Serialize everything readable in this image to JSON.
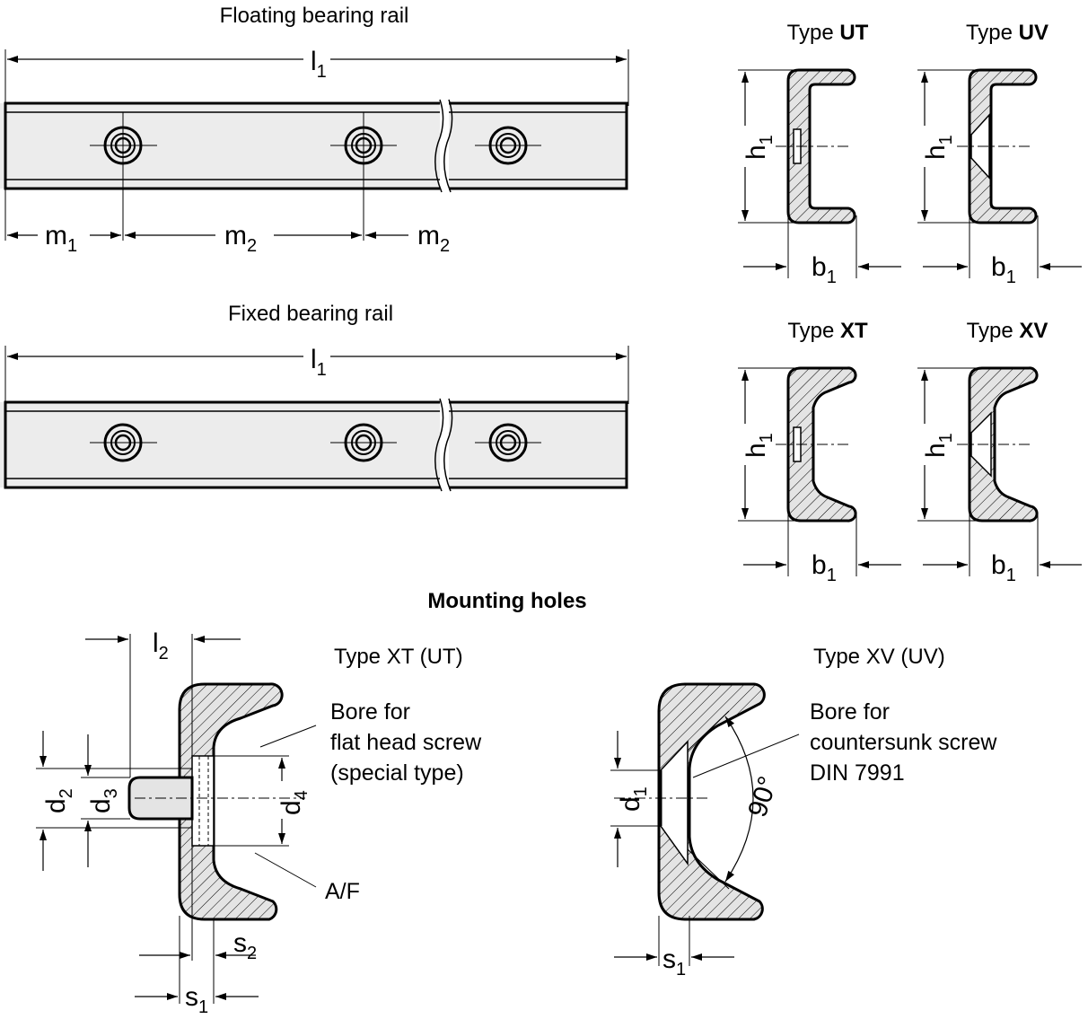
{
  "titles": {
    "floating": "Floating bearing rail",
    "fixed": "Fixed bearing rail",
    "mounting": "Mounting holes"
  },
  "types": {
    "prefix": "Type ",
    "ut": "UT",
    "uv": "UV",
    "xt": "XT",
    "xv": "XV",
    "xt_ut": "Type XT (UT)",
    "xv_uv": "Type XV (UV)"
  },
  "dims": {
    "l": "l",
    "l_sub": "1",
    "l2": "l",
    "l2_sub": "2",
    "m": "m",
    "m1_sub": "1",
    "m2_sub": "2",
    "h": "h",
    "h_sub": "1",
    "b": "b",
    "b_sub": "1",
    "d": "d",
    "d1_sub": "1",
    "d2_sub": "2",
    "d3_sub": "3",
    "d4_sub": "4",
    "s": "s",
    "s1_sub": "1",
    "s2_sub": "2",
    "angle": "90°"
  },
  "notes": {
    "flat_1": "Bore for",
    "flat_2": "flat head screw",
    "flat_3": "(special type)",
    "af": "A/F",
    "csk_1": "Bore for",
    "csk_2": "countersunk screw",
    "csk_3": "DIN 7991"
  }
}
